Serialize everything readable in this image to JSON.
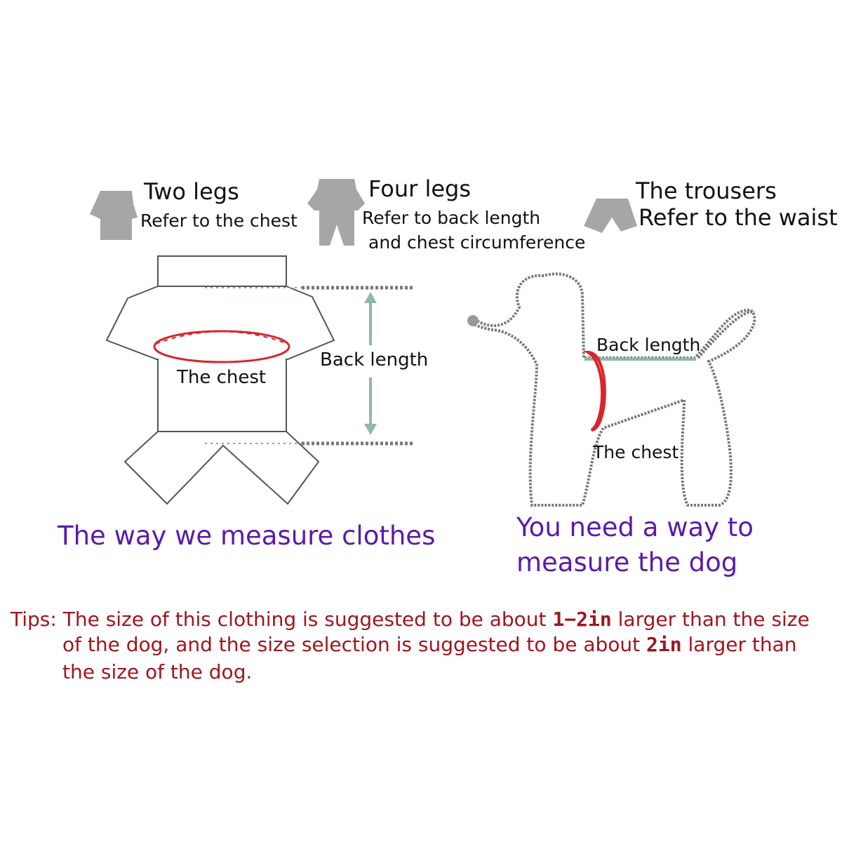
{
  "header": {
    "two_legs": {
      "icon": "two-legs-shirt-icon",
      "title": "Two legs",
      "note": "Refer to the chest"
    },
    "four_legs": {
      "icon": "four-legs-suit-icon",
      "title": "Four legs",
      "note_line1": "Refer to back length",
      "note_line2": "and chest circumference"
    },
    "trousers": {
      "icon": "trousers-icon",
      "title": "The trousers",
      "note": "Refer to the waist"
    }
  },
  "clothes_diagram": {
    "chest_label": "The chest",
    "back_length_label": "Back length",
    "caption": "The way we measure clothes"
  },
  "dog_diagram": {
    "back_length_label": "Back length",
    "chest_label": "The chest",
    "caption_line1": "You need a way to",
    "caption_line2": "measure the dog"
  },
  "tips": {
    "prefix": "Tips: The size of this clothing is suggested to be about ",
    "range": "1−2in",
    "line1_suffix": " larger than the size",
    "line2_prefix": "of the dog, and the size selection is suggested to be about ",
    "size": "2in",
    "line2_suffix": " larger than",
    "line3": "the size of the dog."
  },
  "colors": {
    "icon_gray": "#a6a6a6",
    "outline": "#555555",
    "chest_red": "#d8262c",
    "arrow_green": "#8fb8a6",
    "caption_purple": "#5b1aa8",
    "tips_red": "#a0151e"
  }
}
